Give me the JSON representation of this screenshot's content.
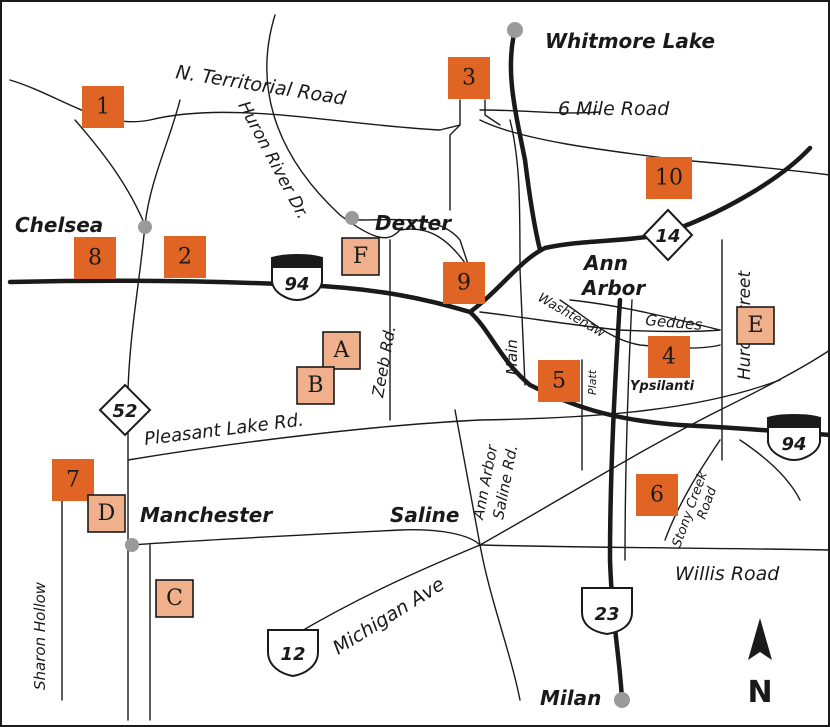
{
  "towns": {
    "whitmore_lake": "Whitmore Lake",
    "chelsea": "Chelsea",
    "dexter": "Dexter",
    "ann": "Ann",
    "arbor": "Arbor",
    "ypsilanti": "Ypsilanti",
    "manchester": "Manchester",
    "saline": "Saline",
    "milan": "Milan"
  },
  "roads": {
    "n_territorial": "N. Territorial Road",
    "six_mile": "6 Mile Road",
    "huron_river": "Huron River Dr.",
    "zeeb": "Zeeb Rd.",
    "pleasant_lake": "Pleasant Lake Rd.",
    "ann_arbor_saline_1": "Ann Arbor",
    "ann_arbor_saline_2": "Saline Rd.",
    "main": "Main",
    "washtenaw": "Washtenaw",
    "platt": "Platt",
    "geddes": "Geddes",
    "huron_street": "Huron Street",
    "stony_creek_1": "Stony Creek",
    "stony_creek_2": "Road",
    "willis": "Willis Road",
    "michigan_ave": "Michigan Ave",
    "sharon_hollow": "Sharon Hollow"
  },
  "highways": {
    "i94_west": "94",
    "i94_east": "94",
    "m14": "14",
    "m52": "52",
    "us12": "12",
    "us23": "23"
  },
  "markers_numbered": [
    "1",
    "2",
    "3",
    "4",
    "5",
    "6",
    "7",
    "8",
    "9",
    "10"
  ],
  "markers_lettered": [
    "A",
    "B",
    "C",
    "D",
    "E",
    "F"
  ],
  "compass": {
    "label": "N"
  },
  "colors": {
    "numbered_marker": "#e06524",
    "lettered_marker": "#f0b08c",
    "town_dot": "#9a9a9a",
    "road": "#1a1a1a"
  }
}
